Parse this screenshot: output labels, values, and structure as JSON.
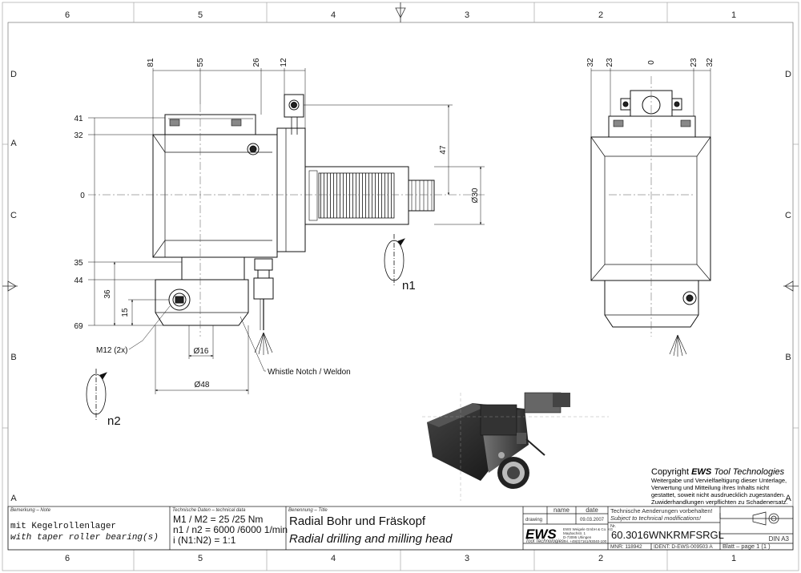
{
  "grid": {
    "columns": [
      "6",
      "5",
      "4",
      "3",
      "2",
      "1"
    ],
    "rows": [
      "D",
      "C",
      "B",
      "A"
    ]
  },
  "front_view": {
    "top_dims": [
      "81",
      "55",
      "26",
      "12"
    ],
    "left_dims": [
      "41",
      "32",
      "0",
      "35",
      "44",
      "69"
    ],
    "side_dims": [
      "36",
      "15"
    ],
    "right_dims": [
      "47",
      "Ø30"
    ],
    "thread_label": "M12 (2x)",
    "dia16": "Ø16",
    "dia48": "Ø48",
    "whistle_label": "Whistle Notch / Weldon",
    "rotation_label": "n1"
  },
  "side_view": {
    "top_dims": [
      "32",
      "23",
      "0",
      "23",
      "32"
    ]
  },
  "left_rotation_label": "n2",
  "copyright": {
    "line1_prefix": "Copyright ",
    "line1_brand": "EWS",
    "line1_suffix": " Tool Technologies",
    "line2": "Weitergabe und Vervielfaeltigung dieser Unterlage,",
    "line3": "Verwertung und Mitteilung ihres Inhalts nicht",
    "line4": "gestattet, soweit nicht ausdruecklich zugestanden.",
    "line5": "Zuwiderhandlungen verpflichten zu Schadenersatz."
  },
  "title_block": {
    "remark_header": "Bemerkung – Note",
    "remark_de": "mit Kegelrollenlager",
    "remark_en": "with taper roller bearing(s)",
    "tech_header": "Technische Daten – technical data",
    "torque": "M1 / M2 = 25  /25  Nm",
    "speed": "n1 / n2 = 6000 /6000  1/min",
    "ratio": "i  (N1:N2)  = 1:1",
    "title_header": "Benennung – Title",
    "title_de": "Radial Bohr und Fräskopf",
    "title_en": "Radial drilling and milling head",
    "col_name": "name",
    "col_date": "date",
    "row_drawing": "drawing",
    "drawing_date": "09.03.2007",
    "logo": "EWS",
    "logo_sub": "Tool Technologies",
    "company_l1": "EWS Weigele GmbH & Co. KG",
    "company_l2": "Maybachstr. 1",
    "company_l3": "D-73095 Uhingen",
    "company_l4": "Tel. +49(0)7161/93040-100",
    "changes_de": "Technische Aenderungen vorbehalten!",
    "changes_en": "Subject to technical modifications!",
    "nr_label": "Nr.",
    "part_no": "60.3016WNKRMFSRGL",
    "mnr": "MNR: 118942",
    "ident": "IDENT: D-EWS-009503 A",
    "page": "Blatt – page  1 (1 )",
    "format": "DIN A3"
  }
}
